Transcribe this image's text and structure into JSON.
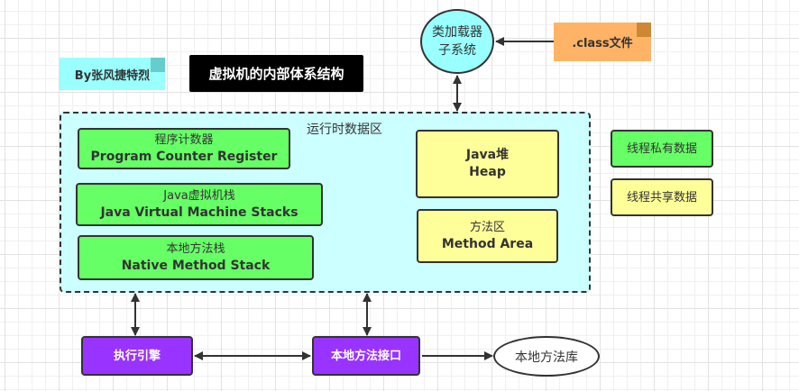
{
  "author_note": "By张风捷特烈",
  "diagram_title": "虚拟机的内部体系结构",
  "class_loader": {
    "line1": "类加载器",
    "line2": "子系统"
  },
  "class_file": ".class文件",
  "runtime_data_area": {
    "label": "运行时数据区",
    "thread_private": [
      {
        "cn": "程序计数器",
        "en": "Program Counter Register"
      },
      {
        "cn": "Java虚拟机栈",
        "en": "Java Virtual Machine Stacks"
      },
      {
        "cn": "本地方法栈",
        "en": "Native Method Stack"
      }
    ],
    "thread_shared": [
      {
        "cn": "Java堆",
        "en": "Heap"
      },
      {
        "cn": "方法区",
        "en": "Method Area"
      }
    ]
  },
  "legend": {
    "private": "线程私有数据",
    "shared": "线程共享数据"
  },
  "execution_engine": "执行引擎",
  "native_interface": "本地方法接口",
  "native_library": "本地方法库",
  "colors": {
    "private": "#66ff66",
    "shared": "#ffff99",
    "runtime_bg": "#ccffff",
    "loader_bg": "#99ffff",
    "engine": "#9933ff",
    "class_file": "#ffb366",
    "title_bg": "#000000"
  }
}
